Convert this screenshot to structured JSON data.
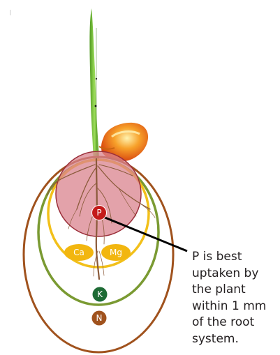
{
  "nutrients": {
    "p": "P",
    "ca": "Ca",
    "mg": "Mg",
    "k": "K",
    "n": "N"
  },
  "caption": {
    "lines": [
      "P is best",
      "uptaken by",
      "the plant",
      "within 1 mm",
      "of the root",
      "system."
    ]
  },
  "colors": {
    "n_zone": "#a0521d",
    "k_zone": "#7a9a32",
    "ca_mg_zone": "#f2c01a",
    "p_zone_fill": "#d9838d",
    "p_zone_stroke": "#9b2f3a",
    "p_badge": "#c41a1a",
    "k_badge": "#1e6b35",
    "n_badge": "#a0521d",
    "ca_mg_badge": "#f2b60f",
    "stem": "#6fb82e",
    "seed_orange": "#f08a1a",
    "root": "#8a5a3a"
  }
}
